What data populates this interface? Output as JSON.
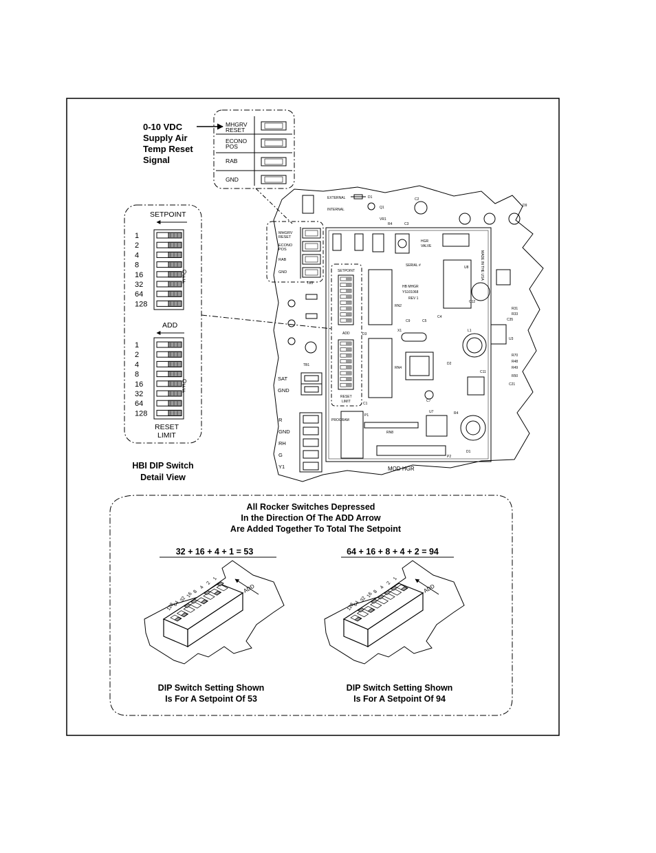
{
  "signal_label": {
    "lines": [
      "0-10 VDC",
      "Supply Air",
      "Temp Reset",
      "Signal"
    ]
  },
  "terminal_block": {
    "labels": [
      [
        "MHGRV",
        "RESET"
      ],
      [
        "ECONO",
        "POS"
      ],
      [
        "RAB"
      ],
      [
        "GND"
      ]
    ]
  },
  "dip_detail": {
    "setpoint_title": "SETPOINT",
    "add_label": "ADD",
    "reset_limit_title": [
      "RESET",
      "LIMIT"
    ],
    "off_label": [
      "O",
      "F",
      "F"
    ],
    "values": [
      "1",
      "2",
      "4",
      "8",
      "16",
      "32",
      "64",
      "128"
    ],
    "caption": [
      "HBI DIP Switch",
      "Detail View"
    ]
  },
  "board": {
    "labels": {
      "external": "EXTERNAL",
      "internal": "INTERNAL",
      "hgr_valve": [
        "HGR",
        "VALVE"
      ],
      "serial": "SERIAL #",
      "board_name": [
        "HB MHGR",
        "YS101068",
        "REV 1"
      ],
      "made_in": "MADE IN THE USA",
      "setpoint": "SETPOINT",
      "add": "ADD",
      "reset_limit": [
        "RESET",
        "LIMIT"
      ],
      "mod_hgr": "MOD HGR",
      "tb1": "TB1",
      "tb3": "TB3",
      "rn8": "RN8",
      "p1": "P1",
      "p2": "P2",
      "program": "PROGRAM",
      "sat": "SAT",
      "gnd": "GND",
      "lower_terminals": [
        "R",
        "GND",
        "RH",
        "G",
        "Y1"
      ],
      "components": {
        "c1": "C1",
        "c2": "C2",
        "c3": "C3",
        "c4": "C4",
        "c5": "C5",
        "c7": "C7",
        "c9": "C9",
        "c11": "C11",
        "c12": "C12",
        "c21": "C21",
        "c35": "C35",
        "l1": "L1",
        "x1": "X1",
        "u3": "U3",
        "u7": "U7",
        "u8": "U8",
        "r4": "R4",
        "r31": "R31",
        "r33": "R33",
        "r48": "R48",
        "r49": "R49",
        "r50": "R50",
        "r70": "R70",
        "rn2": "RN2",
        "rn4": "RN4",
        "q1": "Q1",
        "vr1": "VR1",
        "d1": "D1",
        "d2": "D2",
        "d9": "D9",
        "d3": "D3"
      }
    }
  },
  "examples": {
    "heading": [
      "All Rocker Switches Depressed",
      "In the Direction Of The ADD Arrow",
      "Are Added Together To Total The Setpoint"
    ],
    "add_arrow_label": "ADD",
    "left": {
      "equation": "32 + 16 + 4 + 1 = 53",
      "caption": [
        "DIP Switch Setting Shown",
        "Is For A Setpoint Of 53"
      ],
      "on_switches": [
        32,
        16,
        4,
        1
      ]
    },
    "right": {
      "equation": "64 + 16 + 8 + 4 + 2 = 94",
      "caption": [
        "DIP Switch Setting Shown",
        "Is For A Setpoint Of 94"
      ],
      "on_switches": [
        64,
        16,
        8,
        4,
        2
      ]
    },
    "dip_digits": [
      "128",
      "64",
      "32",
      "16",
      "8",
      "4",
      "2",
      "1"
    ]
  },
  "colors": {
    "ink": "#000000",
    "paper": "#ffffff",
    "switch_fill": "#9a9a9a"
  }
}
